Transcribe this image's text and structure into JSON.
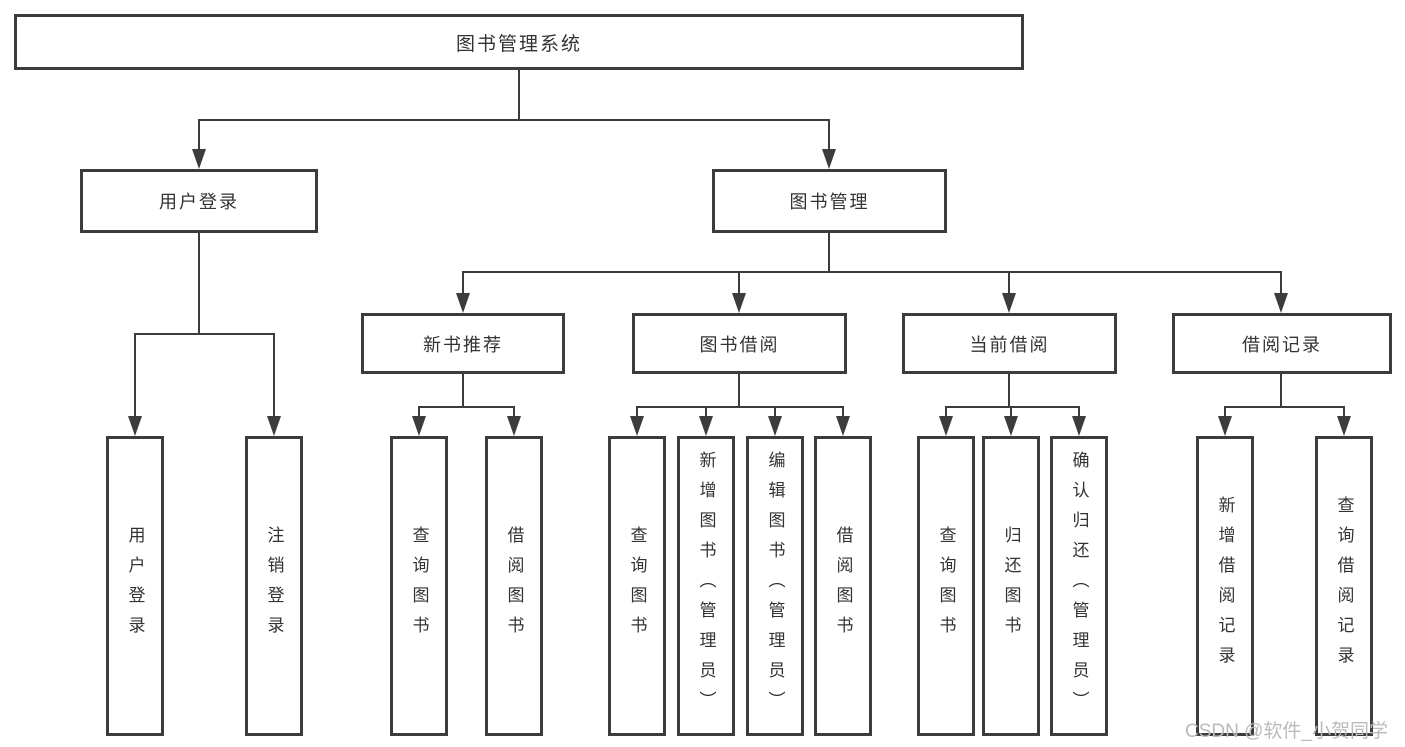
{
  "nodes": {
    "root": "图书管理系统",
    "user_login": "用户登录",
    "book_mgmt": "图书管理",
    "new_book": "新书推荐",
    "book_borrow": "图书借阅",
    "current_borrow": "当前借阅",
    "borrow_record": "借阅记录",
    "leaf_user_login": "用户登录",
    "leaf_logout": "注销登录",
    "leaf_nb_query": "查询图书",
    "leaf_nb_borrow": "借阅图书",
    "leaf_bb_query": "查询图书",
    "leaf_bb_add": "新增图书（管理员）",
    "leaf_bb_edit": "编辑图书（管理员）",
    "leaf_bb_borrow": "借阅图书",
    "leaf_cb_query": "查询图书",
    "leaf_cb_return": "归还图书",
    "leaf_cb_confirm": "确认归还（管理员）",
    "leaf_br_add": "新增借阅记录",
    "leaf_br_query": "查询借阅记录"
  },
  "hierarchy": {
    "图书管理系统": {
      "用户登录": [
        "用户登录",
        "注销登录"
      ],
      "图书管理": {
        "新书推荐": [
          "查询图书",
          "借阅图书"
        ],
        "图书借阅": [
          "查询图书",
          "新增图书（管理员）",
          "编辑图书（管理员）",
          "借阅图书"
        ],
        "当前借阅": [
          "查询图书",
          "归还图书",
          "确认归还（管理员）"
        ],
        "借阅记录": [
          "新增借阅记录",
          "查询借阅记录"
        ]
      }
    }
  },
  "watermark": "CSDN @软件_小贺同学",
  "colors": {
    "line": "#3c3c3c",
    "text": "#333333",
    "watermark": "#b9bbbe",
    "background": "#ffffff"
  }
}
